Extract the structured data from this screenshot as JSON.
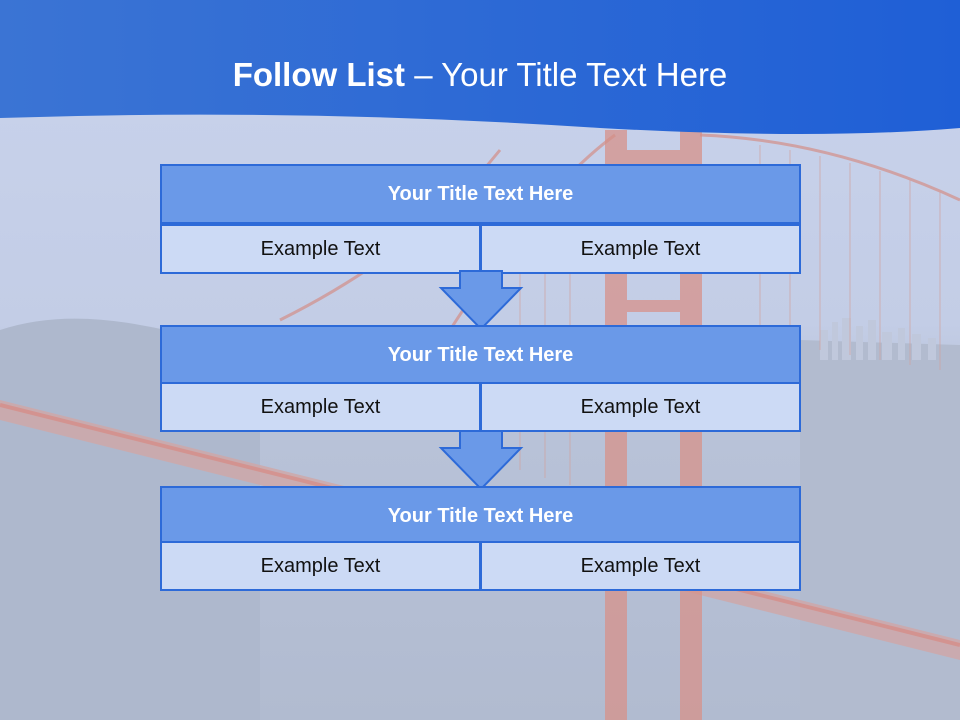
{
  "slide": {
    "title_bold": "Follow List",
    "title_rest": " – Your Title Text Here"
  },
  "steps": [
    {
      "title": "Your Title Text Here",
      "left": "Example Text",
      "right": "Example Text"
    },
    {
      "title": "Your Title Text Here",
      "left": "Example Text",
      "right": "Example Text"
    },
    {
      "title": "Your Title Text Here",
      "left": "Example Text",
      "right": "Example Text"
    }
  ],
  "colors": {
    "header_band": "#2563d4",
    "box_header": "#6a99e8",
    "box_border": "#2d6ad8",
    "box_cell": "#ccdaf5",
    "arrow_fill": "#6a99e8"
  },
  "icons": {
    "connector": "down-arrow-icon"
  }
}
